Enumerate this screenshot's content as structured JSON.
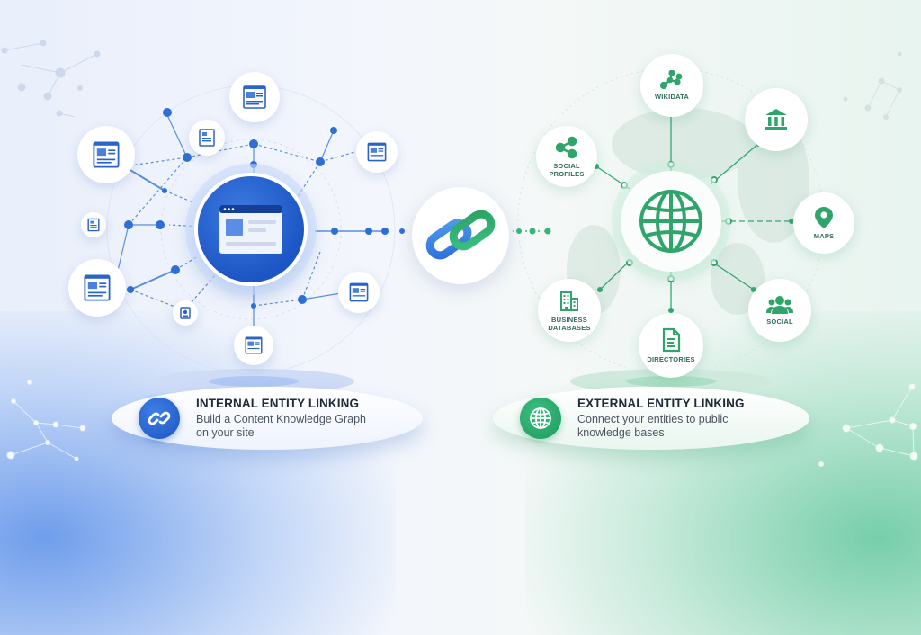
{
  "diagram": {
    "center_link_icon": "chain-link-icon",
    "internal": {
      "hub_icon": "web-page-icon",
      "accent_color": "#1f5ac8",
      "satellite_nodes": [
        {
          "id": "page-top",
          "icon": "web-page-icon"
        },
        {
          "id": "page-top-left",
          "icon": "web-page-icon"
        },
        {
          "id": "doc-upper",
          "icon": "document-icon"
        },
        {
          "id": "doc-small-left",
          "icon": "document-icon"
        },
        {
          "id": "page-lower-left",
          "icon": "web-page-icon"
        },
        {
          "id": "page-right-upper",
          "icon": "web-page-icon"
        },
        {
          "id": "page-right-lower",
          "icon": "web-page-icon"
        },
        {
          "id": "page-bottom",
          "icon": "web-page-icon"
        },
        {
          "id": "profile-small",
          "icon": "profile-card-icon"
        }
      ],
      "card": {
        "icon": "chain-link-icon",
        "title": "INTERNAL ENTITY LINKING",
        "description_line1": "Build a Content Knowledge Graph",
        "description_line2": "on your site"
      }
    },
    "external": {
      "hub_icon": "globe-icon",
      "accent_color": "#2a9d63",
      "nodes": [
        {
          "label": "WIKIDATA",
          "icon": "graph-nodes-icon"
        },
        {
          "label": "",
          "icon": "institution-icon"
        },
        {
          "label": "SOCIAL PROFILES",
          "line1": "SOCIAL",
          "line2": "PROFILES",
          "icon": "share-icon"
        },
        {
          "label": "MAPS",
          "icon": "map-pin-icon"
        },
        {
          "label": "SOCIAL",
          "icon": "people-group-icon"
        },
        {
          "label": "BUSINESS DATABASES",
          "line1": "BUSINESS",
          "line2": "DATABASES",
          "icon": "buildings-icon"
        },
        {
          "label": "DIRECTORIES",
          "icon": "document-icon"
        }
      ],
      "card": {
        "icon": "globe-icon",
        "title": "EXTERNAL ENTITY LINKING",
        "description_line1": "Connect your entities to public",
        "description_line2": "knowledge bases"
      }
    }
  }
}
